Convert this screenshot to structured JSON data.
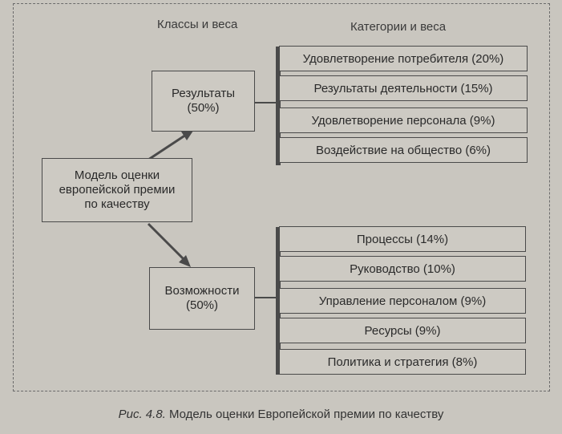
{
  "header": {
    "classes_label": "Классы и веса",
    "categories_label": "Категории и веса"
  },
  "root": {
    "line1": "Модель оценки",
    "line2": "европейской премии",
    "line3": "по качеству"
  },
  "results": {
    "line1": "Результаты",
    "line2": "(50%)",
    "categories": [
      "Удовлетворение потребителя (20%)",
      "Результаты деятельности (15%)",
      "Удовлетворение персонала (9%)",
      "Воздействие на общество (6%)"
    ]
  },
  "capabilities": {
    "line1": "Возможности",
    "line2": "(50%)",
    "categories": [
      "Процессы (14%)",
      "Руководство (10%)",
      "Управление персоналом (9%)",
      "Ресурсы (9%)",
      "Политика и стратегия (8%)"
    ]
  },
  "caption": {
    "prefix": "Рис. 4.8.",
    "text": " Модель оценки Европейской премии по качеству"
  },
  "colors": {
    "background": "#c9c6bf",
    "line": "#4a4a4a"
  }
}
